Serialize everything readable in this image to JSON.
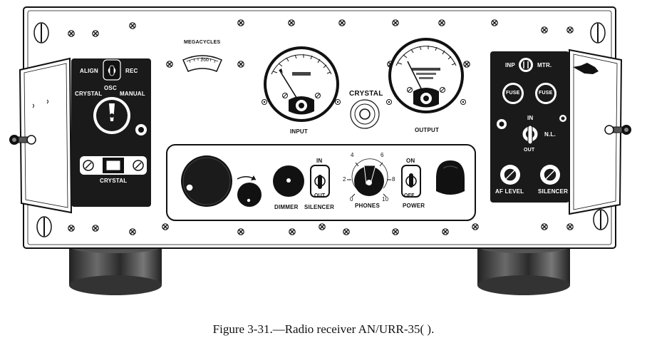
{
  "figure": {
    "caption": "Figure 3-31.—Radio receiver AN/URR-35( )."
  },
  "panel": {
    "dial": {
      "title": "MEGACYCLES",
      "scale_value": "160"
    },
    "meters": {
      "input_label": "INPUT",
      "output_label": "OUTPUT",
      "crystal_indicator": "CRYSTAL"
    },
    "left_door": {
      "align": "ALIGN",
      "rec": "REC",
      "osc": "OSC",
      "crystal_switch": "CRYSTAL",
      "manual": "MANUAL",
      "crystal_socket": "CRYSTAL"
    },
    "lower_panel": {
      "dimmer": "DIMMER",
      "silencer_in": "IN",
      "silencer_out": "OUT",
      "silencer": "SILENCER",
      "phones": "PHONES",
      "phones_scale": [
        "0",
        "2",
        "4",
        "6",
        "8",
        "10"
      ],
      "power_on": "ON",
      "power_off": "OFF",
      "power": "POWER"
    },
    "right_door": {
      "inp": "INP",
      "mtr": "MTR.",
      "fuse_1": "FUSE",
      "fuse_2": "FUSE",
      "nl_in": "IN",
      "nl": "N.L.",
      "nl_out": "OUT",
      "af_level": "AF LEVEL",
      "silencer": "SILENCER"
    }
  },
  "colors": {
    "ink": "#111111",
    "panel": "#ffffff",
    "plate": "#1a1a1a"
  }
}
